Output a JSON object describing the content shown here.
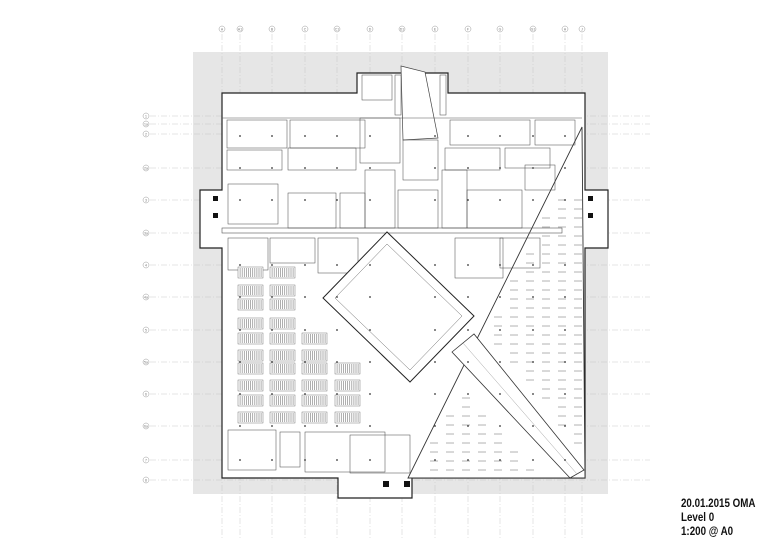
{
  "title_block": {
    "date_author": "20.01.2015 OMA",
    "level": "Level 0",
    "scale": "1:200 @ A0"
  },
  "grid": {
    "columns": [
      "A",
      "A1",
      "B",
      "C",
      "C1",
      "D",
      "D1",
      "E",
      "F",
      "G",
      "G1",
      "H",
      "J"
    ],
    "rows": [
      "1",
      "1a",
      "2",
      "2a",
      "3",
      "3a",
      "4",
      "4a",
      "5",
      "5a",
      "6",
      "6a",
      "7",
      "8"
    ]
  },
  "colors": {
    "site_background": "#e6e6e6",
    "linework": "#333333",
    "grid_line": "#bdbdbd",
    "core_fill": "#111111",
    "seating_fill": "#8c8c8c"
  }
}
